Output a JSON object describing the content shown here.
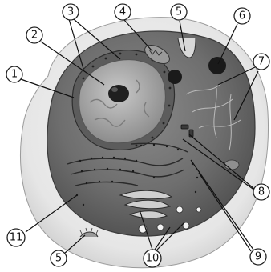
{
  "labels": [
    "1",
    "2",
    "3",
    "4",
    "5",
    "6",
    "7",
    "8",
    "9",
    "10",
    "11",
    "5"
  ]
}
